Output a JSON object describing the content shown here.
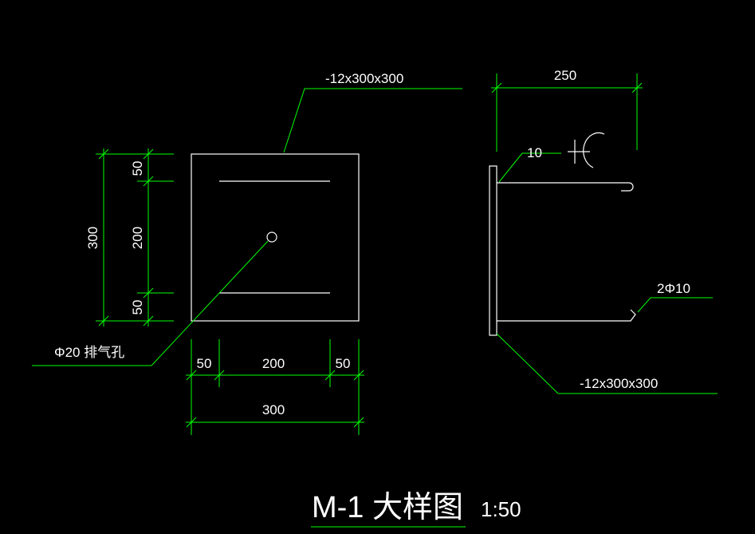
{
  "plate_front": {
    "leader_label": "-12x300x300",
    "height_total": "300",
    "height_top": "50",
    "height_middle": "200",
    "height_bottom": "50",
    "width_left": "50",
    "width_middle": "200",
    "width_right": "50",
    "width_total": "300",
    "vent_hole_label": "Φ20  排气孔"
  },
  "side_view": {
    "anchor_length": "250",
    "plate_thickness": "10",
    "rebar_label": "2Φ10",
    "plate_label": "-12x300x300"
  },
  "title_block": {
    "title": "M-1  大样图",
    "scale": "1:50"
  },
  "colors": {
    "background": "#000000",
    "geometry": "#ffffff",
    "dimension": "#00ff00"
  }
}
